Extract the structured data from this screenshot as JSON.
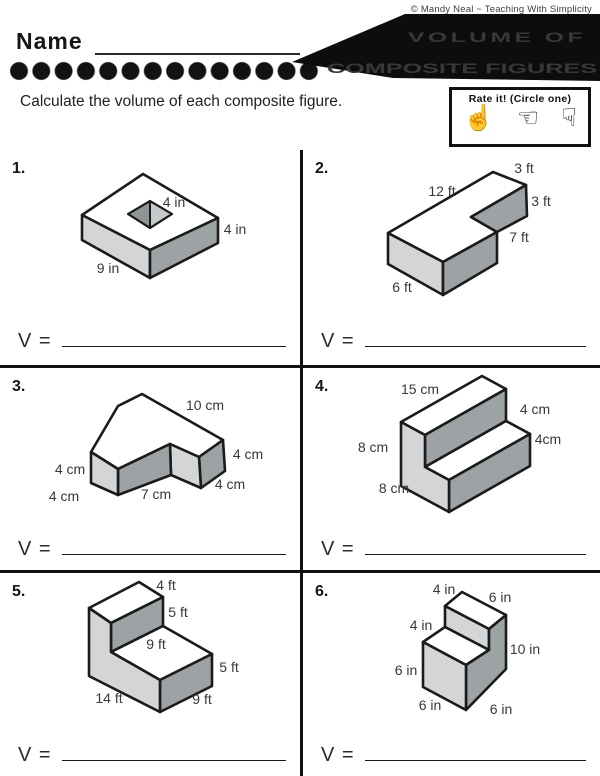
{
  "page": {
    "copyright": "© Mandy Neal ~ Teaching With Simplicity",
    "name_label": "Name",
    "title_line1": "VOLUME OF",
    "title_line2": "COMPOSITE FIGURES",
    "instruction": "Calculate the volume of each composite figure.",
    "rate_title": "Rate it! (Circle one)",
    "rate_icons": [
      "☝",
      "☜",
      "☟"
    ],
    "v_label": "V ="
  },
  "problems": [
    {
      "number": "1.",
      "unit": "in",
      "labels": [
        "4 in",
        "4 in",
        "9 in"
      ]
    },
    {
      "number": "2.",
      "unit": "ft",
      "labels": [
        "3 ft",
        "12 ft",
        "3 ft",
        "7 ft",
        "6 ft"
      ]
    },
    {
      "number": "3.",
      "unit": "cm",
      "labels": [
        "10 cm",
        "4 cm",
        "4 cm",
        "7 cm",
        "4 cm",
        "4 cm"
      ]
    },
    {
      "number": "4.",
      "unit": "cm",
      "labels": [
        "15 cm",
        "4 cm",
        "4cm",
        "8 cm",
        "8 cm"
      ]
    },
    {
      "number": "5.",
      "unit": "ft",
      "labels": [
        "4 ft",
        "5 ft",
        "9 ft",
        "5 ft",
        "14 ft",
        "9 ft"
      ]
    },
    {
      "number": "6.",
      "unit": "in",
      "labels": [
        "4 in",
        "6 in",
        "4 in",
        "10 in",
        "6 in",
        "6 in",
        "6 in"
      ]
    }
  ]
}
